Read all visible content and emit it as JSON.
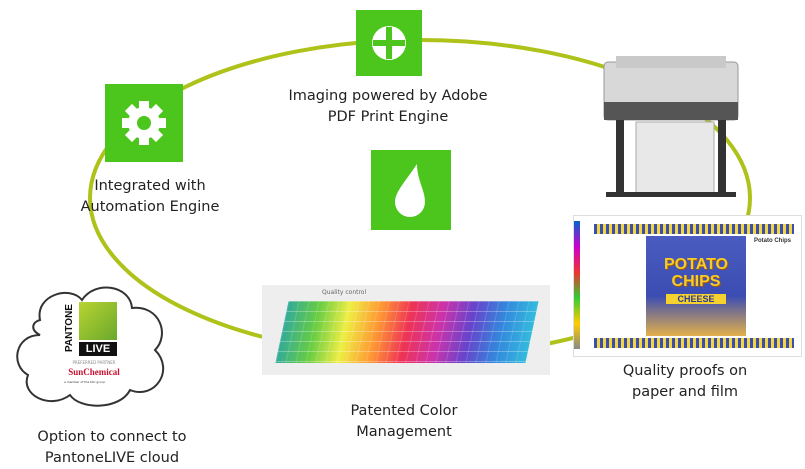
{
  "colors": {
    "icon_green": "#4cc51c",
    "ring": "#aec21a"
  },
  "nodes": [
    {
      "icon": "plus-circle-icon",
      "lines": [
        "Imaging powered by Adobe",
        "PDF Print Engine"
      ]
    },
    {
      "icon": "gear-icon",
      "lines": [
        "Integrated with",
        "Automation Engine"
      ]
    },
    {
      "icon": "drop-icon",
      "lines": []
    },
    {
      "icon": "printer-image",
      "lines": [
        "Quality proofs on",
        "paper and film"
      ]
    },
    {
      "icon": "color-chart-image",
      "lines": [
        "Patented Color",
        "Management"
      ]
    },
    {
      "icon": "cloud-icon",
      "lines": [
        "Option to connect to",
        "PantoneLIVE cloud"
      ]
    }
  ],
  "logo": {
    "brand": "PANTONE",
    "live": "LIVE",
    "partner": "PREFERRED PARTNER",
    "company": "SunChemical",
    "member": "a member of the DIC group"
  },
  "proof": {
    "title": "POTATO CHIPS",
    "flavor": "CHEESE",
    "side_title": "Potato Chips"
  },
  "chart": {
    "caption": "Quality control"
  }
}
